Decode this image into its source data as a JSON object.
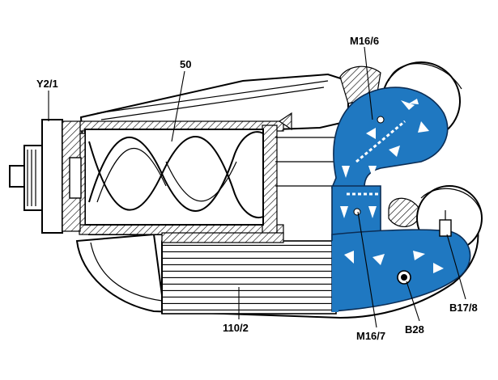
{
  "labels": {
    "y2_1": "Y2/1",
    "n50": "50",
    "m16_6": "M16/6",
    "m16_7": "M16/7",
    "n110_2": "110/2",
    "b28": "B28",
    "b17_8": "B17/8"
  },
  "colors": {
    "airflow_duct": "#1f78c1",
    "outline": "#000000",
    "background": "#ffffff"
  }
}
